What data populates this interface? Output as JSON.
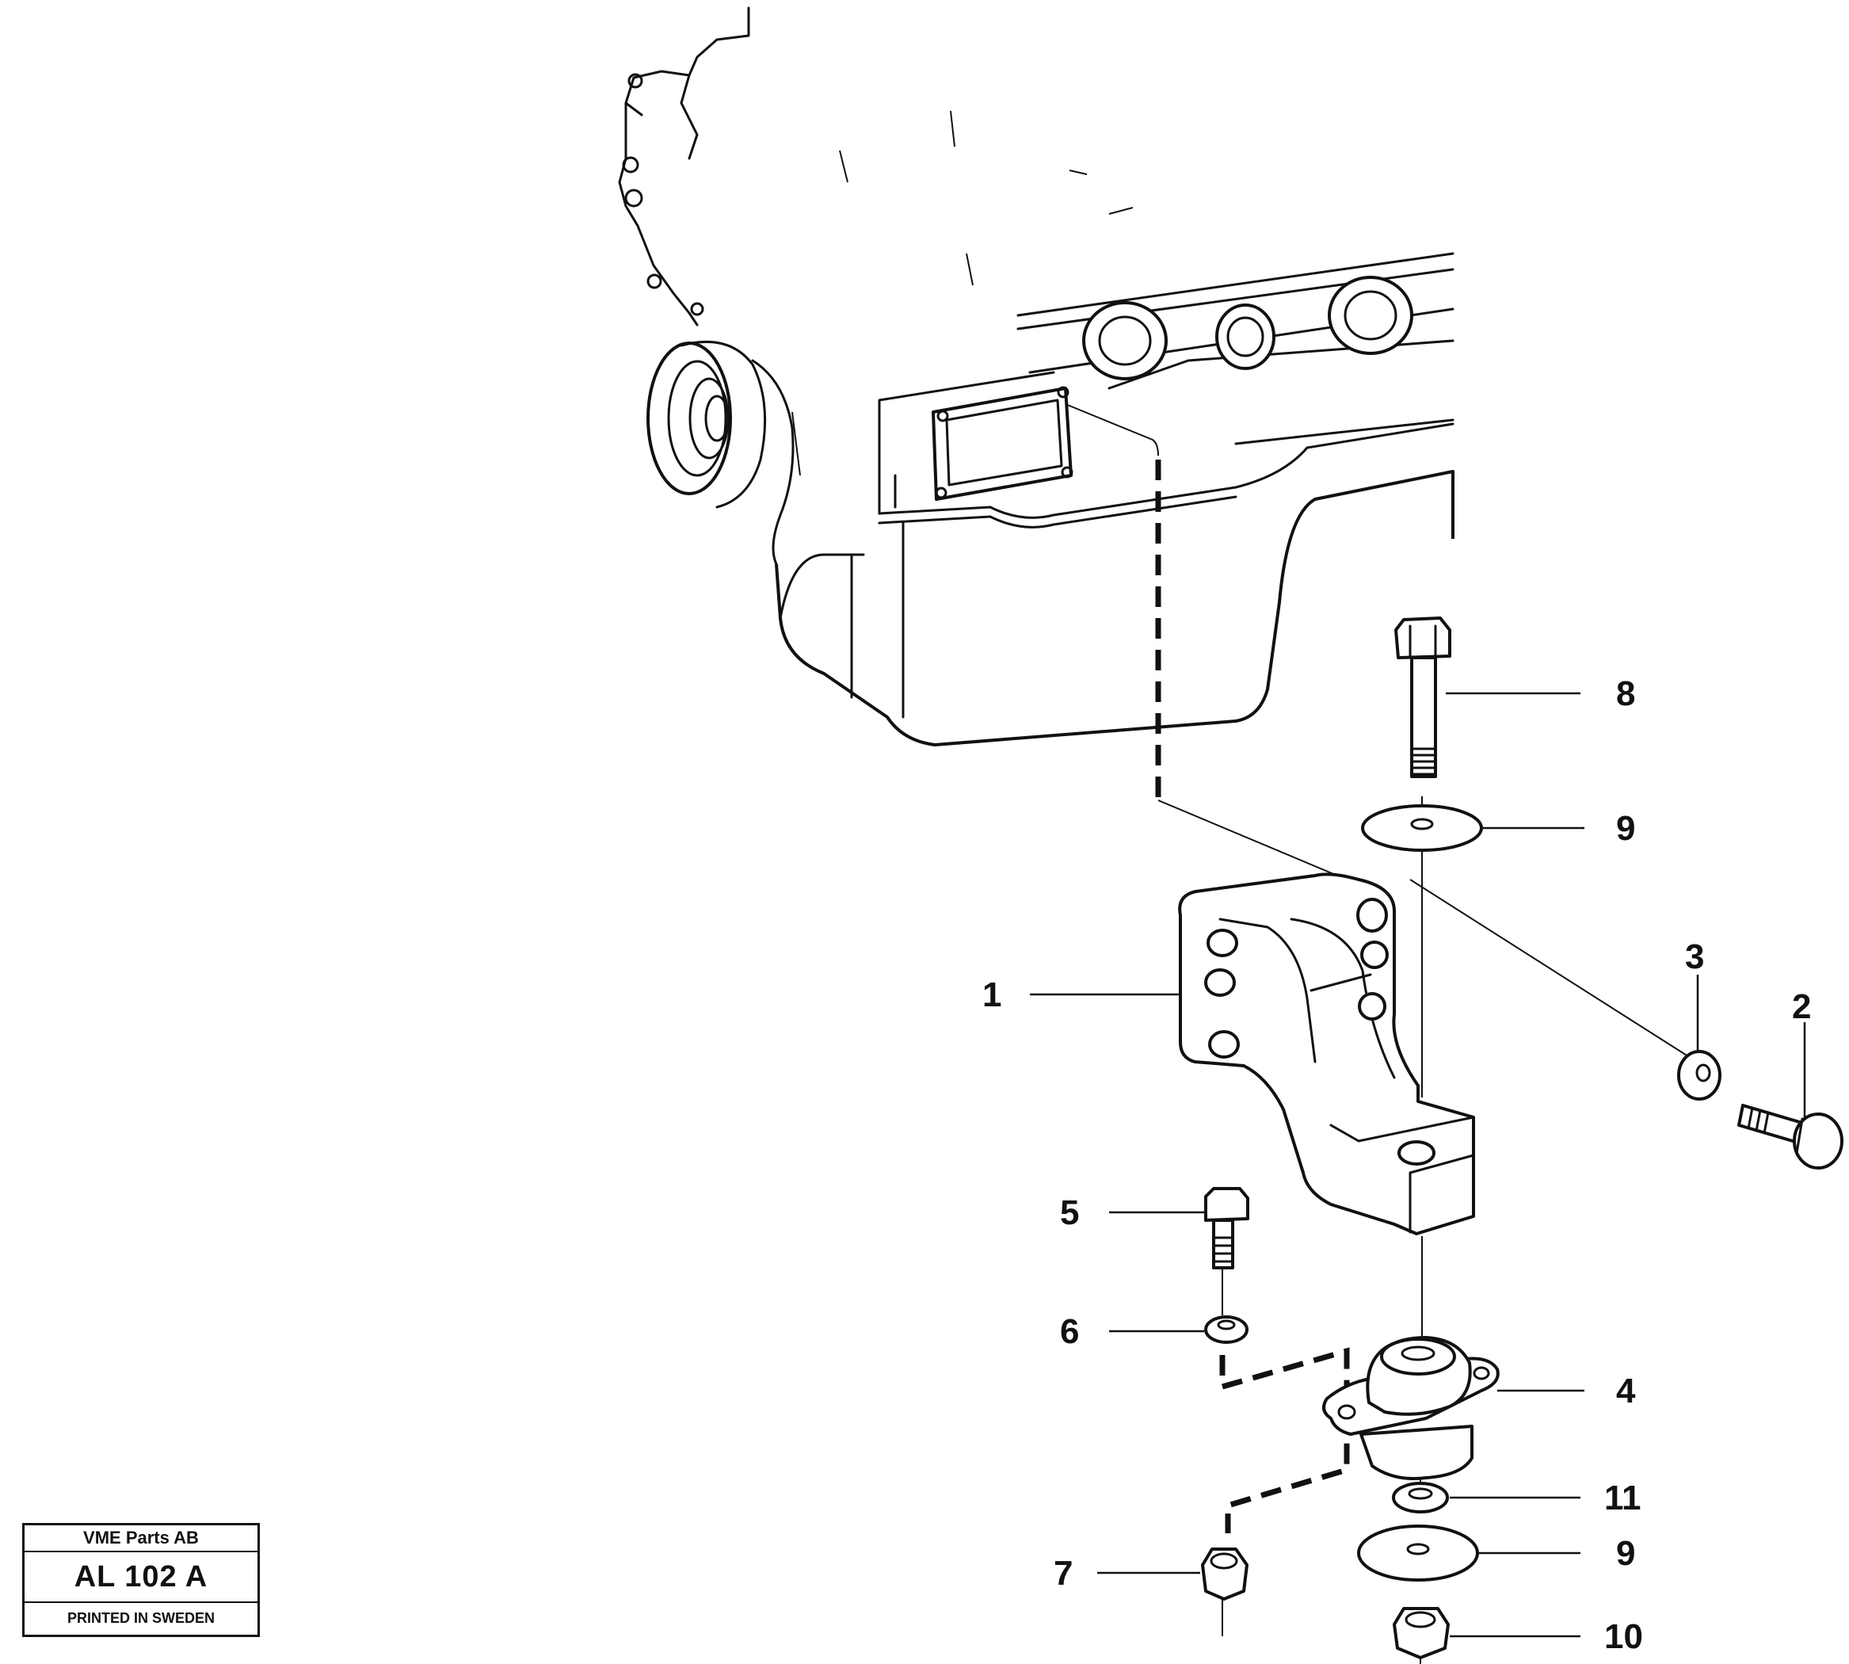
{
  "callouts": {
    "c1": "1",
    "c2": "2",
    "c3": "3",
    "c4": "4",
    "c5": "5",
    "c6": "6",
    "c7": "7",
    "c8": "8",
    "c9a": "9",
    "c9b": "9",
    "c10": "10",
    "c11": "11"
  },
  "stamp": {
    "company": "VME Parts AB",
    "code": "AL 102 A",
    "printed": "PRINTED IN SWEDEN"
  }
}
